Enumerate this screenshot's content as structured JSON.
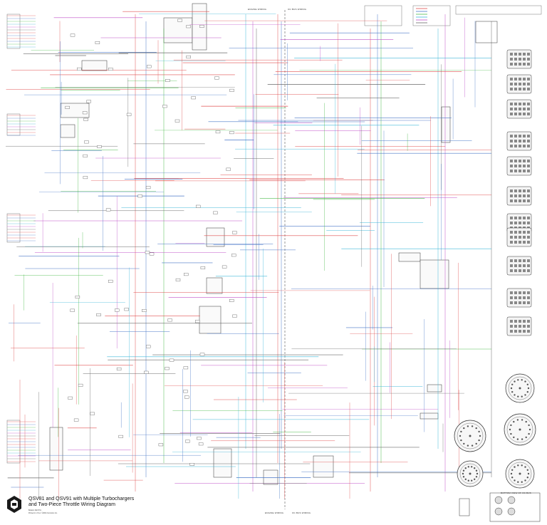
{
  "title": {
    "line1": "QSV81 and QSV91 with Multiple Turbochargers",
    "line2": "and Two-Piece Throttle Wiring Diagram",
    "part_number": "Bulletin 4021731",
    "copyright": "Printed in U.S.A. ©2004 Cummins Inc."
  },
  "headers": {
    "engine_wiring_top": "ENGINE WIRING",
    "oem_wiring_top": "OC BUS WIRING",
    "engine_wiring_bottom": "ENGINE WIRING",
    "oem_wiring_bottom": "OC BUS WIRING",
    "bottom_view": "BOTTOM VIEW OF OC BUS"
  },
  "colors": {
    "red": "#e05050",
    "blue": "#4a78c8",
    "green": "#4cbc4c",
    "cyan": "#40b8d8",
    "magenta": "#c050c8",
    "gray": "#6a6a6a",
    "black": "#222222",
    "logo": "#1a1a1a"
  },
  "icons": {
    "logo": "cummins-logo-icon"
  }
}
